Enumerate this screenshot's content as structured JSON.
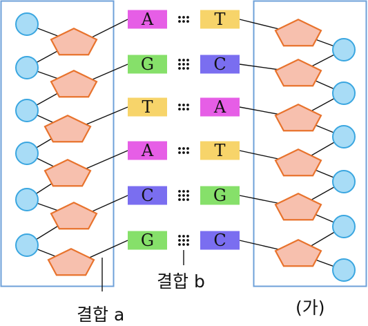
{
  "left_strand": {
    "bases": [
      "A",
      "G",
      "T",
      "A",
      "C",
      "G"
    ]
  },
  "right_strand": {
    "bases": [
      "T",
      "C",
      "A",
      "T",
      "G",
      "C"
    ]
  },
  "pairs": [
    {
      "left": "A",
      "right": "T",
      "hbonds": 2
    },
    {
      "left": "G",
      "right": "C",
      "hbonds": 3
    },
    {
      "left": "T",
      "right": "A",
      "hbonds": 2
    },
    {
      "left": "A",
      "right": "T",
      "hbonds": 2
    },
    {
      "left": "C",
      "right": "G",
      "hbonds": 3
    },
    {
      "left": "G",
      "right": "C",
      "hbonds": 3
    }
  ],
  "base_colors": {
    "A": "#e65ee6",
    "T": "#f7d46a",
    "G": "#86e06a",
    "C": "#7a6ef0"
  },
  "colors": {
    "phosphate_fill": "#a8dcf6",
    "phosphate_stroke": "#3aa6e0",
    "sugar_fill": "#f7c0ae",
    "sugar_stroke": "#e8732d",
    "box_stroke": "#6ea0d8"
  },
  "labels": {
    "bond_a": "결합 a",
    "bond_b": "결합 b",
    "strand": "(가)"
  }
}
